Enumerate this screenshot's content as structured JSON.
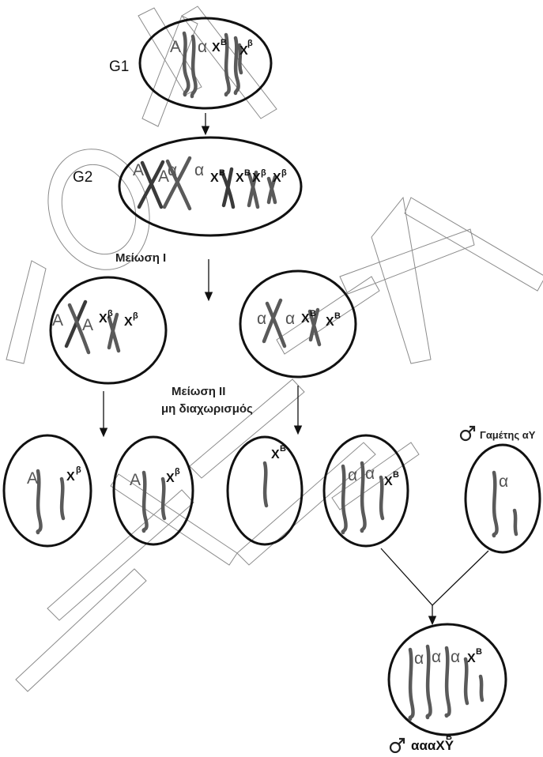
{
  "labels": {
    "g1": "G1",
    "g2": "G2",
    "meiosis1": "Μείωση I",
    "meiosis2_line1": "Μείωση II",
    "meiosis2_line2": "μη διαχωρισμός",
    "gamete_title": "Γαμέτης αY",
    "result": "αααXY",
    "result_sup": "B"
  },
  "alleles": {
    "A": "A",
    "a": "α",
    "X": "X",
    "B": "B",
    "beta": "β"
  },
  "watermark": "ΦΡΟΝΤΙΣΤΗΡΙΑ"
}
